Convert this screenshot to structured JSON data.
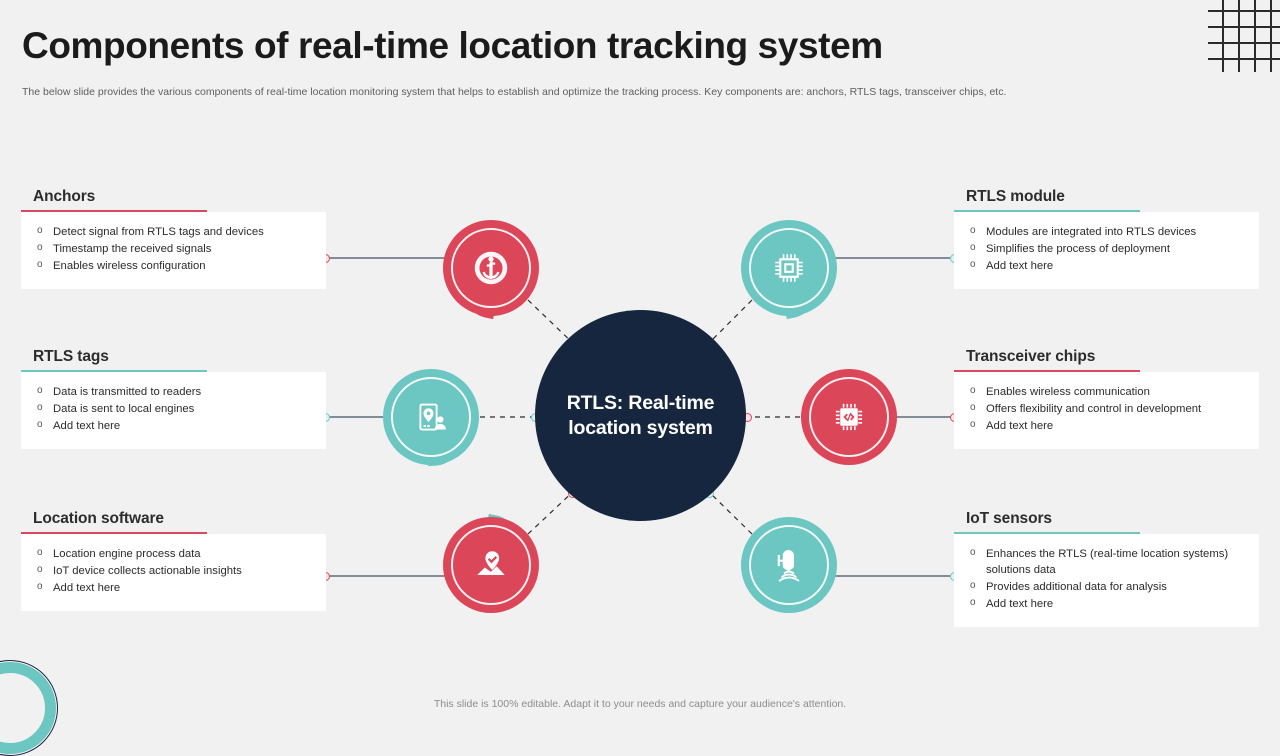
{
  "header": {
    "title": "Components of real-time location tracking system",
    "subtitle": "The below slide provides the various components of real-time location monitoring system that helps to establish and optimize the tracking process. Key components are: anchors, RTLS tags, transceiver chips, etc."
  },
  "hub": {
    "label": "RTLS: Real-time location system",
    "color": "#16263f"
  },
  "footer": {
    "note": "This slide is 100% editable. Adapt it to your needs and capture your audience's attention."
  },
  "colors": {
    "red": "#dc4659",
    "teal": "#6cc6c2",
    "navy": "#16263f",
    "background": "#f1f1f1",
    "panel": "#ffffff"
  },
  "panels": [
    {
      "id": "anchors",
      "title": "Anchors",
      "accent": "#d94a5f",
      "items": [
        "Detect signal from RTLS tags and devices",
        "Timestamp the received  signals",
        "Enables wireless configuration"
      ]
    },
    {
      "id": "rtls-tags",
      "title": "RTLS tags",
      "accent": "#6cc6c2",
      "items": [
        "Data is transmitted to readers",
        "Data is sent to local engines",
        "Add text here"
      ]
    },
    {
      "id": "location-software",
      "title": "Location software",
      "accent": "#d94a5f",
      "items": [
        "Location engine process data",
        "IoT device collects actionable insights",
        "Add text here"
      ]
    },
    {
      "id": "rtls-module",
      "title": "RTLS module",
      "accent": "#6cc6c2",
      "items": [
        "Modules are integrated into RTLS devices",
        "Simplifies the process of deployment",
        "Add text here"
      ]
    },
    {
      "id": "transceiver-chips",
      "title": "Transceiver chips",
      "accent": "#d94a5f",
      "items": [
        "Enables wireless communication",
        "Offers flexibility and control in development",
        "Add text here"
      ]
    },
    {
      "id": "iot-sensors",
      "title": "IoT sensors",
      "accent": "#6cc6c2",
      "items": [
        "Enhances the RTLS (real-time location systems) solutions data",
        "Provides additional data for analysis",
        "Add text here"
      ]
    }
  ],
  "nodes": [
    {
      "id": "anchor",
      "icon": "lifebuoy-anchor-icon",
      "color": "#dc4659",
      "panel": "anchors"
    },
    {
      "id": "rtls-module",
      "icon": "microchip-icon",
      "color": "#6cc6c2",
      "panel": "rtls-module"
    },
    {
      "id": "rtls-tag",
      "icon": "mobile-location-user-icon",
      "color": "#6cc6c2",
      "panel": "rtls-tags"
    },
    {
      "id": "transceiver",
      "icon": "chip-code-icon",
      "color": "#dc4659",
      "panel": "transceiver-chips"
    },
    {
      "id": "location-software",
      "icon": "map-check-pin-icon",
      "color": "#dc4659",
      "panel": "location-software"
    },
    {
      "id": "iot-sensor",
      "icon": "sensor-signal-icon",
      "color": "#6cc6c2",
      "panel": "iot-sensors"
    }
  ]
}
